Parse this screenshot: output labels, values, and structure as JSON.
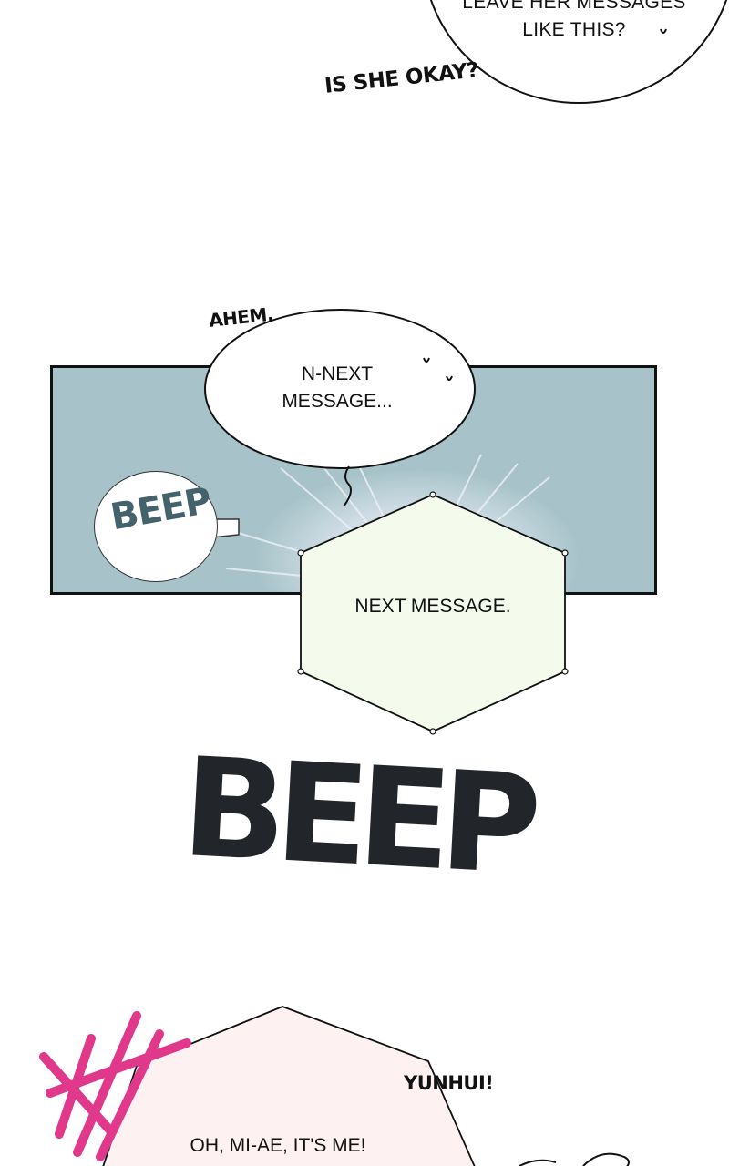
{
  "top_bubble": {
    "lines": [
      "LEAVE HER MESSAGES",
      "LIKE THIS?"
    ]
  },
  "sfx_is_she_okay": "IS SHE OKAY?",
  "sfx_ahem": "AHEM,",
  "middle_bubble": {
    "lines": [
      "N-NEXT",
      "MESSAGE..."
    ]
  },
  "beep_small": "BEEP",
  "hexagon_text": "NEXT MESSAGE.",
  "beep_big": "BEEP",
  "sfx_yunhui": "YUNHUI!",
  "bottom_bubble_text": "OH, MI-AE, IT'S ME!",
  "colors": {
    "panel_bg": "#a7c3c9",
    "hexagon_fill": "#f4faec",
    "bottom_bubble_fill": "#fdf2f1",
    "pink_marks": "#e0388a",
    "beep_small": "#44626b",
    "beep_big": "#22262b"
  }
}
